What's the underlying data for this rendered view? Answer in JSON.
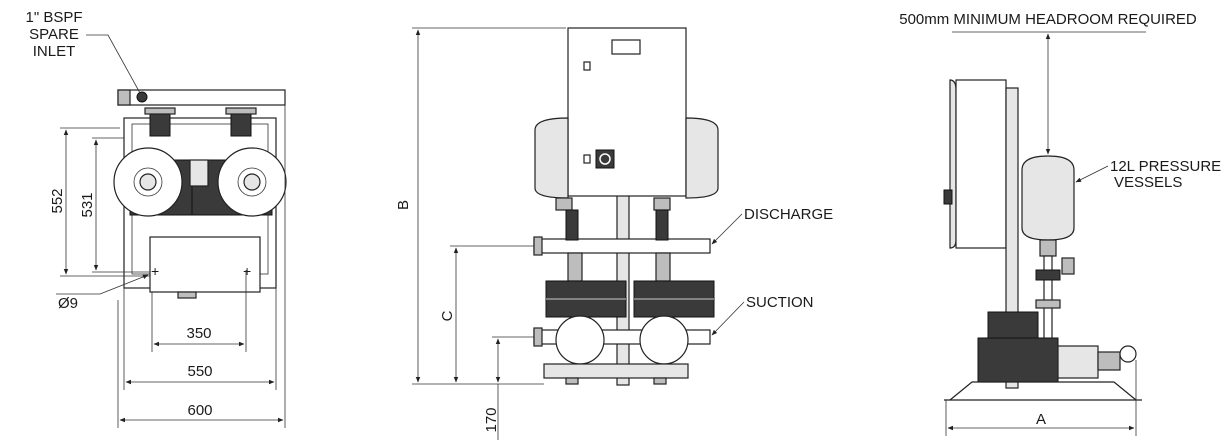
{
  "front_view": {
    "spare_inlet": [
      "1\" BSPF",
      "SPARE",
      "INLET"
    ],
    "dims": {
      "height_552": "552",
      "height_531": "531",
      "hole_dia": "Ø9",
      "width_350": "350",
      "width_550": "550",
      "width_600": "600"
    }
  },
  "side_view": {
    "dim_b": "B",
    "dim_c": "C",
    "dim_170": "170",
    "discharge": "DISCHARGE",
    "suction": "SUCTION"
  },
  "end_view": {
    "headroom": "500mm MINIMUM HEADROOM REQUIRED",
    "vessels": [
      "12L PRESSURE",
      "VESSELS"
    ],
    "dim_a": "A"
  },
  "colors": {
    "line": "#222222",
    "body_fill": "#e6e6e6",
    "dark_fill": "#3a3a3a"
  }
}
